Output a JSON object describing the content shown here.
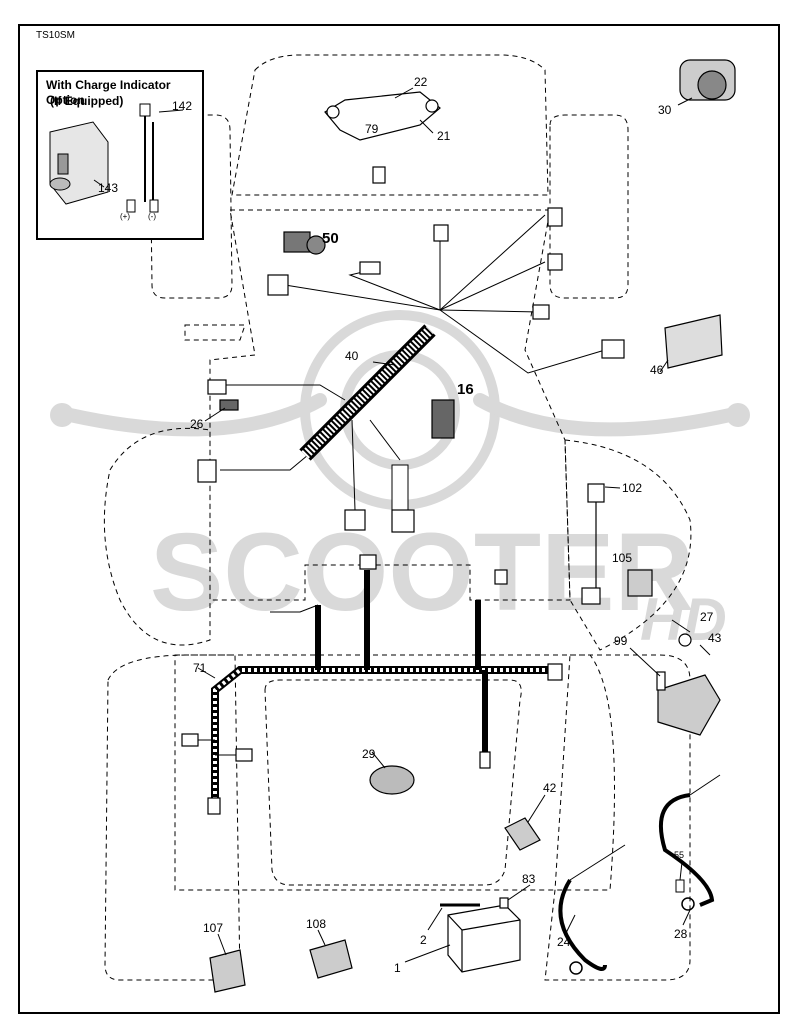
{
  "document_code": "TS10SM",
  "inset": {
    "title": "With Charge Indicator Option",
    "subtitle": "(If Equipped)",
    "plus_label": "(+)",
    "minus_label": "(-)",
    "callouts": [
      "142",
      "143"
    ]
  },
  "watermark": {
    "brand": "SCOOTER",
    "brand_suffix": "HD"
  },
  "callouts": {
    "c1": "1",
    "c2": "2",
    "c16": "16",
    "c21": "21",
    "c22": "22",
    "c24": "24",
    "c26": "26",
    "c27": "27",
    "c28": "28",
    "c29": "29",
    "c30": "30",
    "c40": "40",
    "c42": "42",
    "c43": "43",
    "c46": "46",
    "c50": "50",
    "c55": "55",
    "c71": "71",
    "c79": "79",
    "c83": "83",
    "c99": "99",
    "c102": "102",
    "c105": "105",
    "c107": "107",
    "c108": "108"
  },
  "colors": {
    "line": "#000000",
    "watermark": "#d9d9d9"
  }
}
